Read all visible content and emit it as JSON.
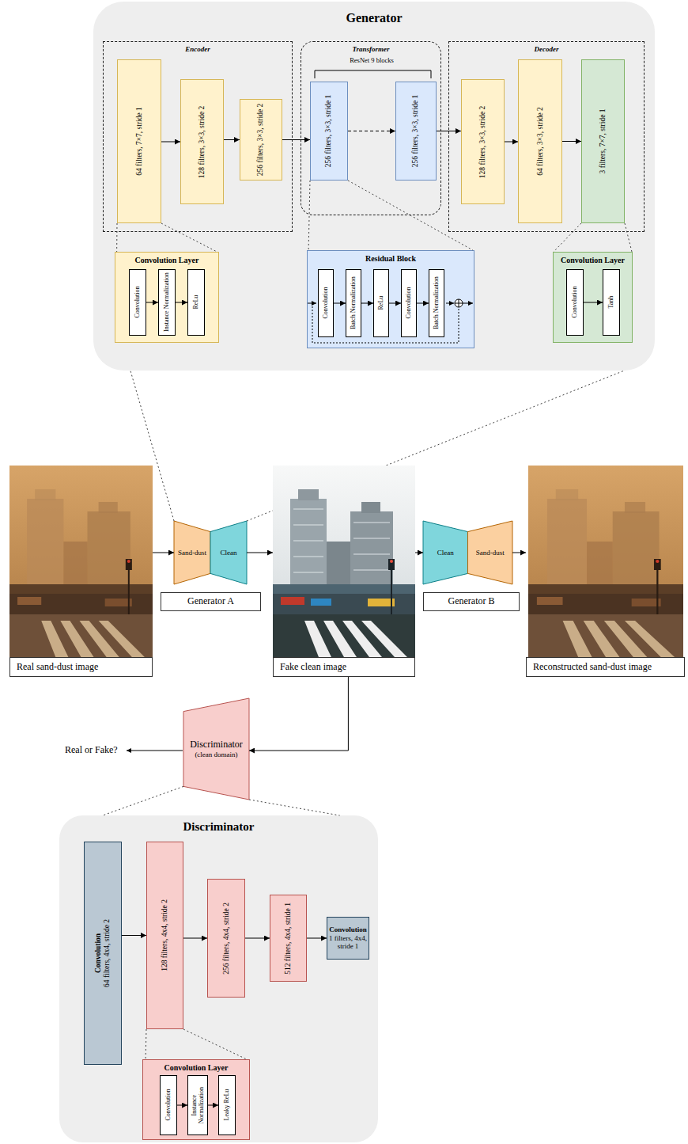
{
  "diagram": {
    "nodes": [
      {
        "text": [
          "Generator"
        ]
      },
      {
        "text": [
          "Encoder"
        ],
        "in": 0
      },
      {
        "text": [
          "64 filters, 7×7, stride 1"
        ],
        "in": 1
      },
      {
        "text": [
          "128 filters, 3×3, stride 2"
        ],
        "in": 1
      },
      {
        "text": [
          "256 filters, 3×3, stride 2"
        ],
        "in": 1
      },
      {
        "text": [
          "Transformer"
        ],
        "in": 0
      },
      {
        "text": [
          "256 filters, 3×3, stride 1"
        ],
        "in": 5
      },
      {
        "text": [
          "256 filters, 3×3, stride 1"
        ],
        "in": 5
      },
      {
        "text": [
          "Decoder"
        ],
        "in": 0
      },
      {
        "text": [
          "128 filters, 3×3, stride 2"
        ],
        "in": 8
      },
      {
        "text": [
          "64 filters, 3×3, stride 2"
        ],
        "in": 8
      },
      {
        "text": [
          "3 filters, 7×7, stride 1"
        ],
        "in": 8
      },
      {
        "text": [
          "Convolution Layer"
        ],
        "in": 0
      },
      {
        "text": [
          "Convolution"
        ],
        "in": 12
      },
      {
        "text": [
          "Instance Normalization"
        ],
        "in": 12
      },
      {
        "text": [
          "ReLu"
        ],
        "in": 12
      },
      {
        "text": [
          "Residual Block"
        ],
        "in": 0
      },
      {
        "text": [
          "Convolution"
        ],
        "in": 16
      },
      {
        "text": [
          "Batch Normalization"
        ],
        "in": 16
      },
      {
        "text": [
          "ReLu"
        ],
        "in": 16
      },
      {
        "text": [
          "Convolution"
        ],
        "in": 16
      },
      {
        "text": [
          "Batch Normalization"
        ],
        "in": 16
      },
      {
        "text": [
          "Convolution Layer"
        ],
        "in": 0
      },
      {
        "text": [
          "Convolution"
        ],
        "in": 22
      },
      {
        "text": [
          "Tanh"
        ],
        "in": 22
      },
      {
        "text": [
          "Real sand-dust image"
        ]
      },
      {
        "text": [
          "Sand-dust",
          "Clean"
        ]
      },
      {
        "text": [
          "Generator A"
        ]
      },
      {
        "text": [
          "Fake clean image"
        ]
      },
      {
        "text": [
          "Clean",
          "Sand-dust"
        ]
      },
      {
        "text": [
          "Generator B"
        ]
      },
      {
        "text": [
          "Reconstructed sand-dust image"
        ]
      },
      {
        "text": [
          "Discriminator",
          "(clean domain)"
        ]
      },
      {
        "text": [
          "Discriminator"
        ]
      },
      {
        "text": [
          "Convolution",
          "64 filters, 4x4, stride 2"
        ],
        "in": 33
      },
      {
        "text": [
          "128 filters, 4x4, stride 2"
        ],
        "in": 33
      },
      {
        "text": [
          "256 filters, 4x4, stride 2"
        ],
        "in": 33
      },
      {
        "text": [
          "512 filters, 4x4, stride 1"
        ],
        "in": 33
      },
      {
        "text": [
          "Convolution",
          "1 filters, 4x4, stride 1"
        ],
        "in": 33
      },
      {
        "text": [
          "Convolution Layer"
        ],
        "in": 33
      },
      {
        "text": [
          "Convolution"
        ],
        "in": 39
      },
      {
        "text": [
          "Instance Normalization"
        ],
        "in": 39
      },
      {
        "text": [
          "Leaky ReLu"
        ],
        "in": 39
      }
    ],
    "edges": [
      {
        "from": 2,
        "to": 3,
        "arrow": "to"
      },
      {
        "from": 3,
        "to": 4,
        "arrow": "to"
      },
      {
        "from": 4,
        "to": 6,
        "arrow": "to"
      },
      {
        "from": 6,
        "to": 7,
        "arrow": "to"
      },
      {
        "from": 7,
        "to": 9,
        "arrow": "to"
      },
      {
        "from": 9,
        "to": 10,
        "arrow": "to"
      },
      {
        "from": 10,
        "to": 11,
        "arrow": "to"
      },
      {
        "from": 2,
        "to": 12,
        "arrow": "none"
      },
      {
        "from": 2,
        "to": 12,
        "arrow": "none"
      },
      {
        "from": 6,
        "to": 16,
        "arrow": "none"
      },
      {
        "from": 6,
        "to": 16,
        "arrow": "none"
      },
      {
        "from": 11,
        "to": 22,
        "arrow": "none"
      },
      {
        "from": 11,
        "to": 22,
        "arrow": "none"
      },
      {
        "from": 13,
        "to": 14,
        "arrow": "to"
      },
      {
        "from": 14,
        "to": 15,
        "arrow": "to"
      },
      {
        "from": 17,
        "to": 18,
        "arrow": "to"
      },
      {
        "from": 18,
        "to": 19,
        "arrow": "to"
      },
      {
        "from": 19,
        "to": 20,
        "arrow": "to"
      },
      {
        "from": 20,
        "to": 21,
        "arrow": "to"
      },
      {
        "from": 23,
        "to": 24,
        "arrow": "to"
      },
      {
        "from": 25,
        "to": 26,
        "arrow": "to"
      },
      {
        "from": 26,
        "to": 28,
        "arrow": "to"
      },
      {
        "from": 28,
        "to": 29,
        "arrow": "to"
      },
      {
        "from": 29,
        "to": 31,
        "arrow": "to"
      },
      {
        "from": 28,
        "to": 32,
        "arrow": "to"
      },
      {
        "from": 26,
        "to": 0,
        "arrow": "none"
      },
      {
        "from": 26,
        "to": 0,
        "arrow": "none"
      },
      {
        "from": 32,
        "to": 33,
        "arrow": "none"
      },
      {
        "from": 32,
        "to": 33,
        "arrow": "none"
      },
      {
        "from": 34,
        "to": 35,
        "arrow": "to"
      },
      {
        "from": 35,
        "to": 36,
        "arrow": "to"
      },
      {
        "from": 36,
        "to": 37,
        "arrow": "to"
      },
      {
        "from": 37,
        "to": 38,
        "arrow": "to"
      },
      {
        "from": 35,
        "to": 39,
        "arrow": "none"
      },
      {
        "from": 35,
        "to": 39,
        "arrow": "none"
      },
      {
        "from": 40,
        "to": 41,
        "arrow": "to"
      },
      {
        "from": 41,
        "to": 42,
        "arrow": "to"
      }
    ],
    "labels": [
      "ResNet 9 blocks",
      "Real or Fake?"
    ]
  }
}
